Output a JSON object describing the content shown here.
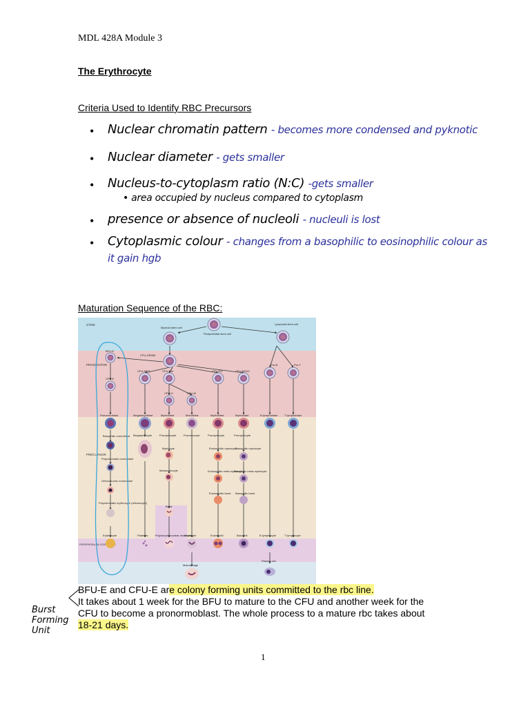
{
  "header": "MDL 428A Module 3",
  "title": "The Erythrocyte",
  "criteria": {
    "heading": "Criteria Used to Identify RBC Precursors",
    "items": [
      {
        "text": "Nuclear chromatin pattern",
        "note": "- becomes more condensed and pyknotic"
      },
      {
        "text": "Nuclear diameter",
        "note": "- gets smaller"
      },
      {
        "text": "Nucleus-to-cytoplasm ratio (N:C)",
        "note": "-gets smaller",
        "sub": "• area occupied by nucleus compared to cytoplasm"
      },
      {
        "text": "presence or absence of nucleoli",
        "note": "- nucleuli is lost"
      },
      {
        "text": "Cytoplasmic colour",
        "note": "- changes from a basophilic to eosinophilic colour as it gain hgb"
      }
    ]
  },
  "sequence": {
    "heading": "Maturation Sequence of the RBC:",
    "figure": {
      "zone_stem": "STEM",
      "zone_progenitor": "PROGENITOR",
      "zone_precursor": "PRECURSOR",
      "zone_peripheral": "PERIPHERAL BLOOD TISSUE",
      "myeloid_stem": "Myeloid stem cell",
      "pluripotential": "Pluripotential stem cell",
      "lymphoid_stem": "Lymphoid stem cell",
      "bfu_e": "BFU-E",
      "cfu_e": "CFU-E",
      "cfu_gemm": "CFU-GEMM",
      "cfu_meg": "CFU-MEG",
      "cfu_gm": "CFU-GM",
      "cfu_eo": "CFU-EO",
      "cfu_baso": "CFU-BASO",
      "cfu_g": "CFU-G",
      "cfu_m": "CFU-M",
      "pre_b": "Pre-B",
      "pre_t": "Pre-T",
      "pronormoblast": "Pronormoblast",
      "basophilic_normoblast": "Basophilic normoblast",
      "polychromatic_normoblast": "Polychromatic normoblast",
      "orthochromic_normoblast": "Orthochromic normoblast",
      "polychromatic_erythrocyte": "Polychromatic erythrocyte (reticulocyte)",
      "erythrocyte": "Erythrocyte",
      "megakaryoblast": "Megakaryoblast",
      "megakaryocyte": "Megakaryocyte",
      "myeloblast_1": "Myeloblast",
      "monoblast": "Monoblast",
      "myeloblast_2": "Myeloblast",
      "myeloblast_3": "Myeloblast",
      "b_lymphoblast": "B lymphoblast",
      "t_lymphoblast": "T lymphoblast",
      "promyelocyte_1": "Promyelocyte",
      "promonocyte": "Promonocyte",
      "promyelocyte_2": "Promyelocyte",
      "promyelocyte_3": "Promyelocyte",
      "myelocyte": "Myelocyte",
      "metamyelocyte": "Metamyelocyte",
      "band": "Band",
      "eos_myelocyte": "Eosinophilic myelocyte",
      "baso_myelocyte": "Basophilic myelocyte",
      "eos_metamyelocyte": "Eosinophilic meta-myelocyte",
      "baso_metamyelocyte": "Basophilic meta-myelocyte",
      "eos_band": "Eosinophilic band",
      "baso_band": "Basophilic band",
      "platelets": "Platelets",
      "pmn": "Polymorphonuclear neutrophil",
      "monocyte": "Monocyte",
      "eosinophil": "Eosinophil",
      "basophil": "Basophil",
      "b_lymphocyte": "B lymphocyte",
      "t_lymphocyte": "T lymphocyte",
      "macrophage": "Macrophage",
      "plasma_cell": "Plasma cell"
    }
  },
  "bottom": {
    "line1_plain": "BFU-E and CFU-E ar",
    "line1_hl": "e colony forming units committed to the rbc line.",
    "line2": "It takes about 1 week for the BFU to mature to the CFU and another week for the",
    "line3": "CFU to become a pronormoblast. The whole process to a mature rbc takes about",
    "line4_hl": "18-21 days."
  },
  "margin_note": {
    "l1": "Burst",
    "l2": "Forming",
    "l3": "Unit"
  },
  "page_number": "1",
  "colors": {
    "ink_blue": "#2a2f9a",
    "highlight": "#fbf68a",
    "stem_zone": "#bfe0ec",
    "progenitor_zone": "#ecc8c8",
    "precursor_zone": "#f1e4d0",
    "peripheral_zone": "#e6cde4"
  }
}
